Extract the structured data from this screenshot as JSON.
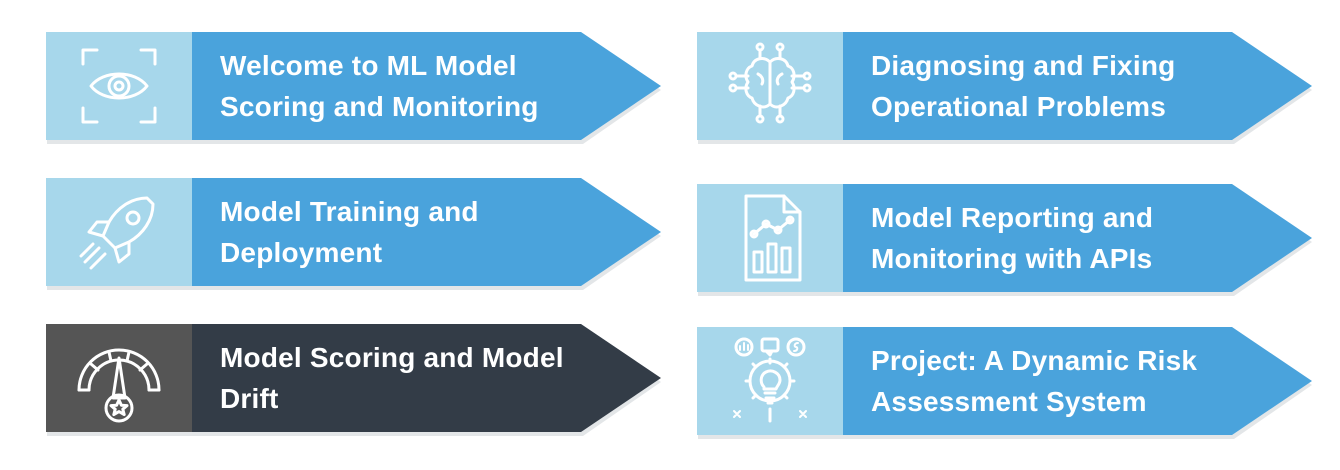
{
  "modules": [
    {
      "label": "Welcome to ML Model Scoring and Monitoring",
      "icon": "eye-scan-icon",
      "active": false
    },
    {
      "label": "Model Training and Deployment",
      "icon": "rocket-icon",
      "active": false
    },
    {
      "label": "Model Scoring and Model Drift",
      "icon": "gauge-star-icon",
      "active": true
    },
    {
      "label": "Diagnosing and Fixing Operational Problems",
      "icon": "brain-circuit-icon",
      "active": false
    },
    {
      "label": "Model Reporting and Monitoring with APIs",
      "icon": "report-chart-icon",
      "active": false
    },
    {
      "label": "Project: A Dynamic Risk Assessment System",
      "icon": "lightbulb-gear-icon",
      "active": false
    }
  ],
  "colors": {
    "icon_bg": "#a7d7eb",
    "label_bg": "#4aa3dc",
    "active_icon_bg": "#555555",
    "active_label_bg": "#333c47",
    "text": "#ffffff"
  }
}
